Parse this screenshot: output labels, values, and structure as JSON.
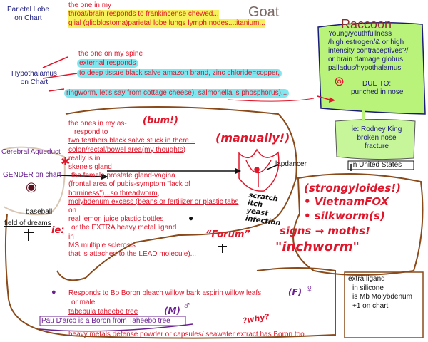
{
  "labels": {
    "parietal": "Parietal Lobe\non Chart",
    "hypothalamus": "Hypothalamus\non Chart",
    "cerebral_aqueduct": "Cerebral Aqueduct",
    "gender": "GENDER on chart",
    "baseball": "baseball",
    "field_of_dreams": "field of dreams",
    "ie": "ie:",
    "goat": "Goat",
    "raccoon": "Raccoon",
    "lapdancer": "lapdancer",
    "forum": "“Forum”",
    "scratch": "scratch\nitch\nyeast\ninfection",
    "bum": "(bum!)",
    "manually": "(manually!)",
    "why": "?why?",
    "f_mark": "(F)",
    "m_mark": "(M)"
  },
  "parietal_text": {
    "line1": "the one in my",
    "line2": "throat/brain responds to frankincense chewed...",
    "line3": "glial (glioblostoma)parietal lobe lungs lymph nodes...titanium..."
  },
  "hypo_text": {
    "line1": "the one on my spine",
    "line2": "external responds",
    "line3": "to deep tissue black salve amazon brand,  zinc chloride=copper,",
    "line4": "ringworm, let's say from cottage cheese), salmonella is phosphorus)..."
  },
  "raccoon_box": {
    "line1": "Young/youthfullness",
    "line2": "/high estrogen/& or high",
    "line3": "intensity contraceptives?/",
    "line4": "or brain damage globus",
    "line5": "palladus/hypothalamus",
    "due": "DUE TO:",
    "due2": "punched in nose"
  },
  "rodney_box": {
    "line1": "ie: Rodney King",
    "line2": "broken nose",
    "line3": "fracture",
    "country": "In United States"
  },
  "middle_text": [
    "the ones in my as-",
    "respond to",
    "two feathers black salve stuck in there...",
    "colon/rectal/bowel area(my thoughts)",
    "really is in",
    "skene's gland",
    "the female prostate gland-vagina",
    "(frontal area of pubis-symptom \"lack of",
    "horniness\")...so threadworm,",
    "molybdenum excess (beans or fertilizer or plastic tabs",
    "on",
    "real lemon juice plastic bottles",
    "or the EXTRA heavy metal ligand",
    "in",
    "MS multiple sclerosis",
    "that is attached to the LEAD molecule)..."
  ],
  "strongyloides_box": {
    "line1": "(strongyloides!)",
    "line2": "• VietnamFOX",
    "line3": "• silkworm(s)",
    "line4": "signs → moths!",
    "line5": "\"inchworm\""
  },
  "ligand_box": {
    "line1": "extra ligand",
    "line2": "in silicone",
    "line3": "is Mb Molybdenum",
    "line4": "+1 on chart"
  },
  "bottom_text": {
    "line1": "Responds to Bo Boron bleach willow bark aspirin willow leafs",
    "line2": "or male",
    "line3": "tabebuia taheebo tree",
    "line4": "Pau D'arco is a Boron from Taheebo tree",
    "line5": "heavy metals defense powder or capsules/ seawater extract has Boron too..."
  },
  "colors": {
    "red": "#e0162b",
    "purple": "#6a1f8f",
    "brown": "#8a4a1a",
    "yellow_highlight": "#f6f05a",
    "cyan_highlight": "#7fe7f0",
    "green_box": "#b9f37a"
  },
  "icons": [
    "eye-icon",
    "female-symbol-icon",
    "male-symbol-icon",
    "cross-icon",
    "pelvis-sketch-icon"
  ]
}
